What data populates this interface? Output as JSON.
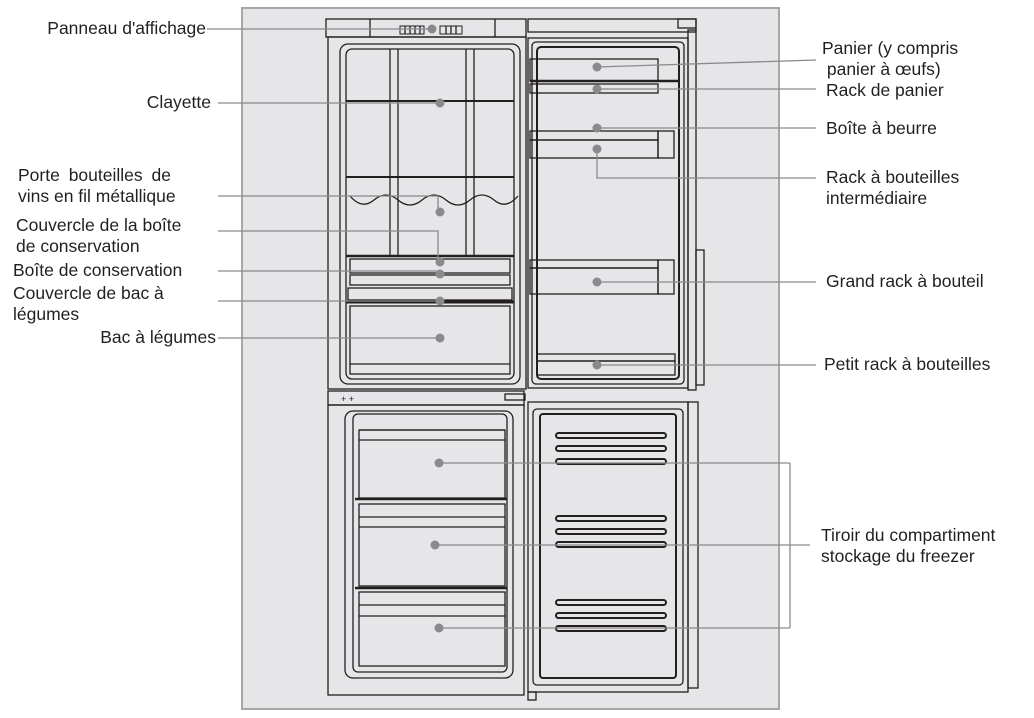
{
  "diagram": {
    "title": "Refrigerator-freezer components",
    "colors": {
      "panel_bg": "#e6e6e8",
      "panel_border": "#a7a7a9",
      "leader": "#8a8a8c",
      "dot": "#8a8a8c",
      "text": "#231f20"
    },
    "left_labels": [
      {
        "id": "display-panel",
        "lines": [
          "Panneau d'affichage"
        ]
      },
      {
        "id": "shelf",
        "lines": [
          "Clayette"
        ]
      },
      {
        "id": "wine-rack",
        "lines": [
          "Porte  bouteilles  de",
          "vins en fil métallique"
        ]
      },
      {
        "id": "storage-box-cover",
        "lines": [
          "Couvercle de la boîte",
          "de conservation"
        ]
      },
      {
        "id": "storage-box",
        "lines": [
          "Boîte de conservation"
        ]
      },
      {
        "id": "crisper-cover",
        "lines": [
          "Couvercle de bac à",
          "légumes"
        ]
      },
      {
        "id": "crisper",
        "lines": [
          "Bac à légumes"
        ]
      }
    ],
    "right_labels": [
      {
        "id": "basket",
        "lines": [
          "Panier (y compris",
          " panier à œufs)"
        ]
      },
      {
        "id": "basket-rack",
        "lines": [
          "Rack de panier"
        ]
      },
      {
        "id": "butter-box",
        "lines": [
          "Boîte à beurre"
        ]
      },
      {
        "id": "middle-bottle-rack",
        "lines": [
          "Rack à bouteilles",
          "intermédiaire"
        ]
      },
      {
        "id": "large-bottle-rack",
        "lines": [
          "Grand rack à bouteil"
        ]
      },
      {
        "id": "small-bottle-rack",
        "lines": [
          "Petit rack à bouteilles"
        ]
      },
      {
        "id": "freezer-drawer",
        "lines": [
          "Tiroir du compartiment",
          "stockage du freezer"
        ]
      }
    ]
  }
}
